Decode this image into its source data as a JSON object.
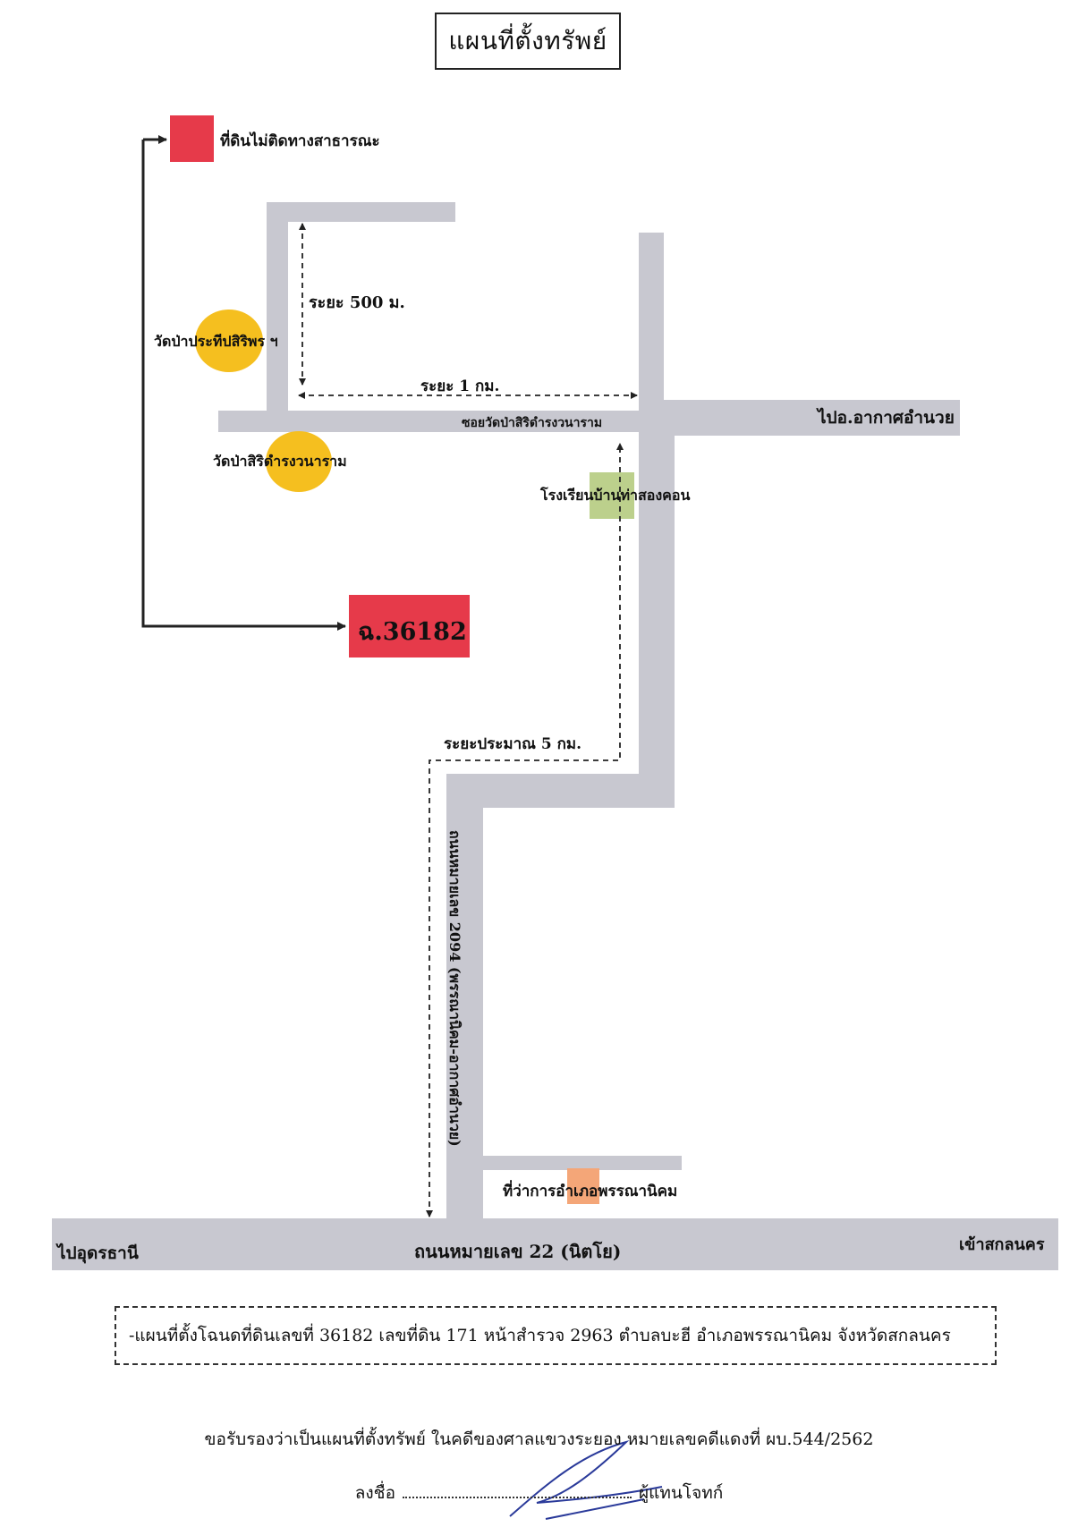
{
  "title": "แผนที่ตั้งทรัพย์",
  "markers": {
    "no_public_road_label": "ที่ดินไม่ติดทางสาธารณะ",
    "parcel_label": "ฉ.36182"
  },
  "places": {
    "temple_1": "วัดป่าประทีปสิริพร ฯ",
    "temple_2": "วัดป่าสิริดำรงวนาราม",
    "school": "โรงเรียนบ้านท่าสองคอน",
    "district_office": "ที่ว่าการอำเภอพรรณานิคม"
  },
  "roads": {
    "soi_name": "ซอยวัดป่าสิริดำรงวนาราม",
    "to_akat": "ไปอ.อากาศอำนวย",
    "highway_2094": "ถนนหมายเลข 2094 (พรรณานิคม-อากาศอำนวย)",
    "highway_22": "ถนนหมายเลข 22 (นิตโย)",
    "to_udon": "ไปอุดรธานี",
    "to_sakon": "เข้าสกลนคร"
  },
  "distances": {
    "d500": "ระยะ 500 ม.",
    "d1km": "ระยะ 1 กม.",
    "d5km": "ระยะประมาณ 5 กม."
  },
  "note": "-แผนที่ตั้งโฉนดที่ดินเลขที่ 36182 เลขที่ดิน 171 หน้าสำรวจ 2963 ตำบลบะฮี อำเภอพรรณานิคม จังหวัดสกลนคร",
  "certification": "ขอรับรองว่าเป็นแผนที่ตั้งทรัพย์ ในคดีของศาลแขวงระยอง หมายเลขคดีแดงที่ ผบ.544/2562",
  "signature": {
    "prefix": "ลงชื่อ",
    "role": "ผู้แทนโจทก์"
  },
  "colors": {
    "road": "#c8c8d0",
    "marker_red": "#e63a4a",
    "temple_yellow": "#f5bf1f",
    "school_green": "#bcd08c",
    "office_orange": "#f4a678"
  }
}
